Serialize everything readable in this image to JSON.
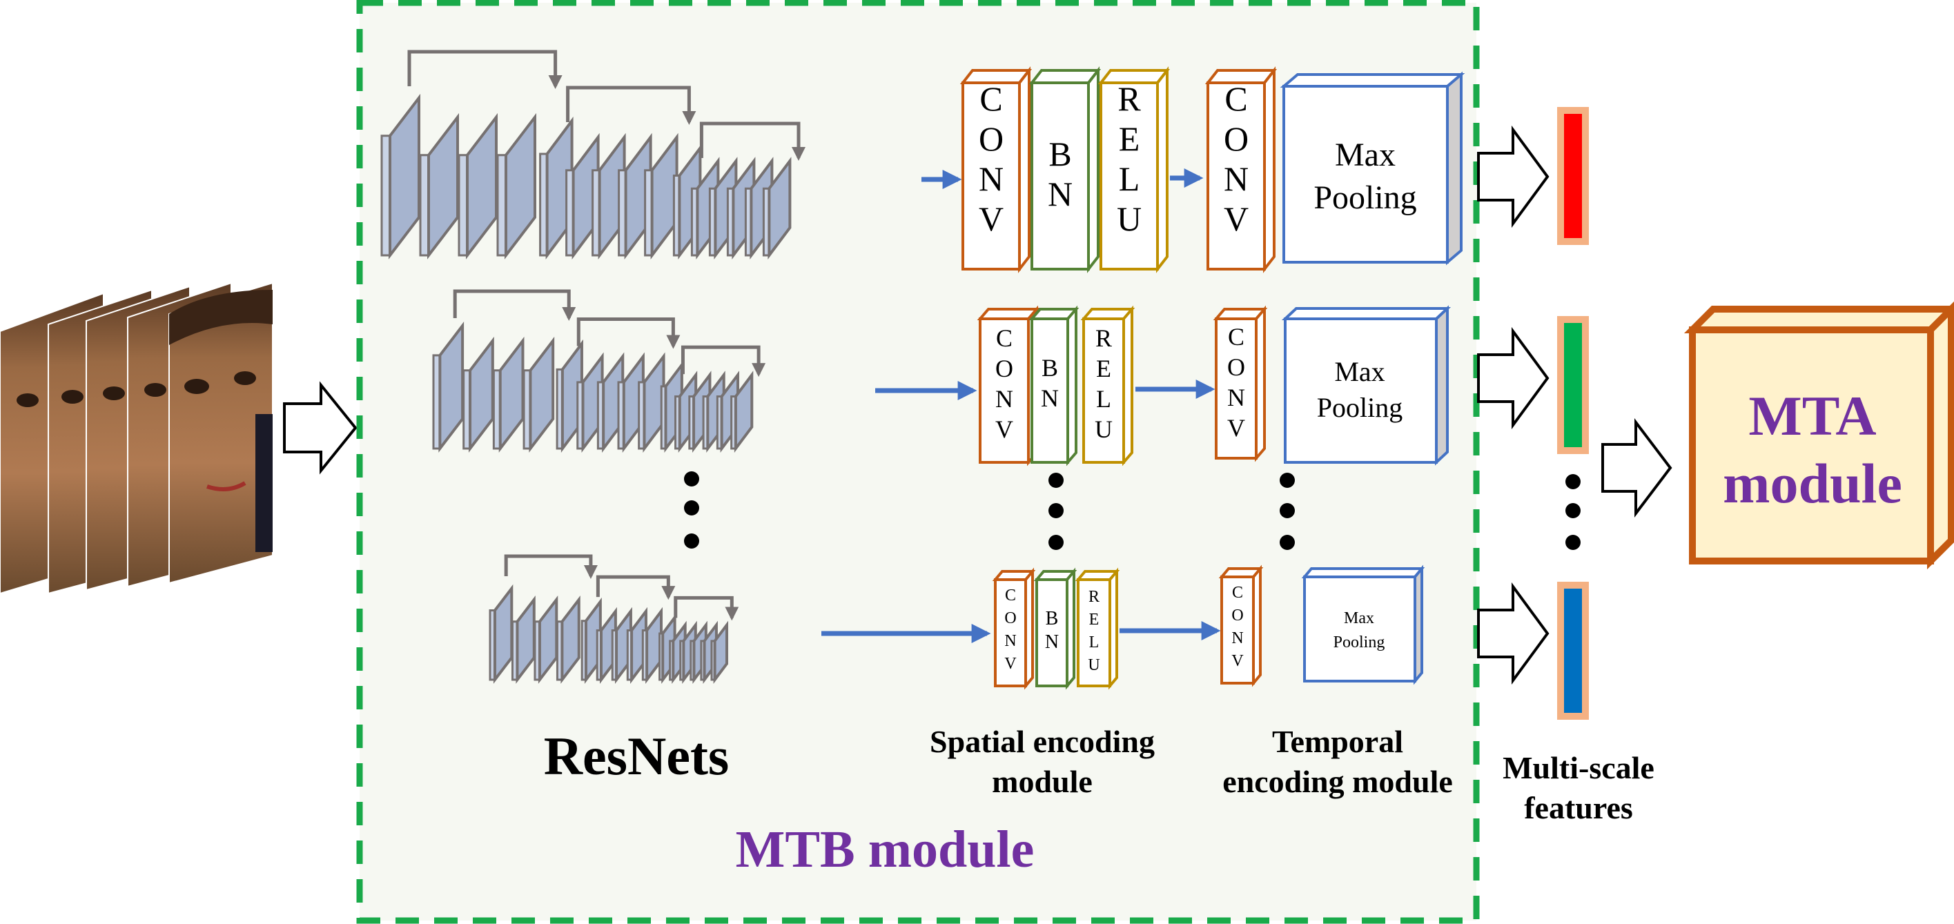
{
  "mtb": {
    "title": "MTB module",
    "resnets_label": "ResNets",
    "spatial_label_line1": "Spatial encoding",
    "spatial_label_line2": "module",
    "temporal_label_line1": "Temporal",
    "temporal_label_line2": "encoding module"
  },
  "spatial": {
    "conv": "CONV",
    "bn": "BN",
    "relu": "RELU"
  },
  "temporal": {
    "conv": "CONV",
    "pool_line1": "Max",
    "pool_line2": "Pooling"
  },
  "features": {
    "label_line1": "Multi-scale",
    "label_line2": "features"
  },
  "mta": {
    "line1": "MTA",
    "line2": "module"
  },
  "colors": {
    "mtb_border": "#1aaa4a",
    "mtb_fill": "#f6f8f2",
    "title_purple": "#7030a0",
    "arrow_blue": "#4472c4",
    "conv_orange": "#c55a11",
    "bn_green": "#548235",
    "relu_yellow": "#bf9000",
    "pool_blue": "#4472c4",
    "resnet_fill": "#a6b4cf",
    "resnet_stroke": "#767171",
    "feature_red": "#ff0000",
    "feature_green": "#00b050",
    "feature_blue": "#0070c0",
    "feature_border": "#f4b183",
    "mta_fill": "#fff2cc",
    "mta_border": "#c55a11"
  }
}
